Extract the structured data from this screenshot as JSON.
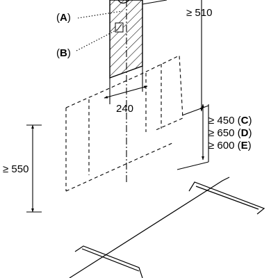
{
  "callouts": {
    "a": {
      "open": "(",
      "letter": "A",
      "close": ")"
    },
    "b": {
      "open": "(",
      "letter": "B",
      "close": ")"
    }
  },
  "dimensions": {
    "top_clearance": "≥ 510",
    "duct_width": "240",
    "left_height": "≥ 550",
    "clearance_c": {
      "value": "≥ 450 (",
      "letter": "C",
      "close": ")"
    },
    "clearance_d": {
      "value": "≥ 650 (",
      "letter": "D",
      "close": ")"
    },
    "clearance_e": {
      "value": "≥ 600 (",
      "letter": "E",
      "close": ")"
    }
  },
  "colors": {
    "line": "#000000",
    "background": "#ffffff"
  }
}
